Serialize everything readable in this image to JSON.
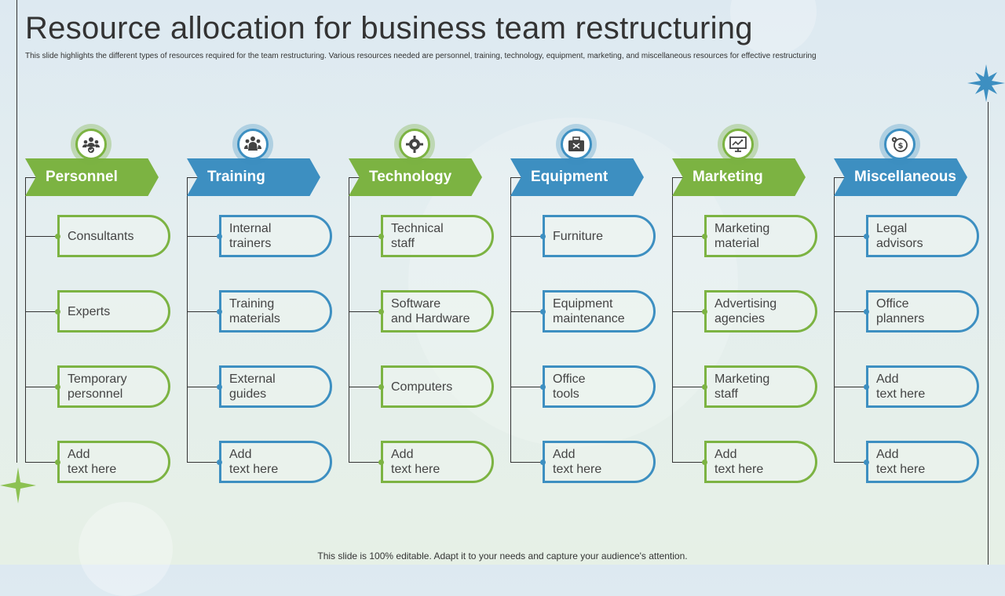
{
  "title": "Resource allocation for business team restructuring",
  "subtitle": "This slide highlights the different types of resources required for the team restructuring. Various resources needed are personnel, training, technology, equipment, marketing, and miscellaneous resources for effective restructuring",
  "footer": "This slide is 100% editable. Adapt it to your needs and capture your audience's attention.",
  "colors": {
    "green": "#7cb342",
    "blue": "#3d8fc1",
    "text": "#333333"
  },
  "columns": [
    {
      "heading": "Personnel",
      "icon": "team-check-icon",
      "theme": "green",
      "items": [
        "Consultants",
        "Experts",
        "Temporary\npersonnel",
        "Add\ntext here"
      ]
    },
    {
      "heading": "Training",
      "icon": "group-training-icon",
      "theme": "blue",
      "items": [
        "Internal\ntrainers",
        "Training\nmaterials",
        "External\nguides",
        "Add\ntext here"
      ]
    },
    {
      "heading": "Technology",
      "icon": "chip-gear-icon",
      "theme": "green",
      "items": [
        "Technical\nstaff",
        "Software\nand Hardware",
        "Computers",
        "Add\ntext here"
      ]
    },
    {
      "heading": "Equipment",
      "icon": "toolbox-icon",
      "theme": "blue",
      "items": [
        "Furniture",
        "Equipment\nmaintenance",
        "Office\ntools",
        "Add\ntext here"
      ]
    },
    {
      "heading": "Marketing",
      "icon": "presentation-board-icon",
      "theme": "green",
      "items": [
        "Marketing\nmaterial",
        "Advertising\nagencies",
        "Marketing\nstaff",
        "Add\ntext here"
      ]
    },
    {
      "heading": "Miscellaneous",
      "icon": "money-settings-icon",
      "theme": "blue",
      "items": [
        "Legal\nadvisors",
        "Office\nplanners",
        "Add\ntext here",
        "Add\ntext here"
      ]
    }
  ]
}
